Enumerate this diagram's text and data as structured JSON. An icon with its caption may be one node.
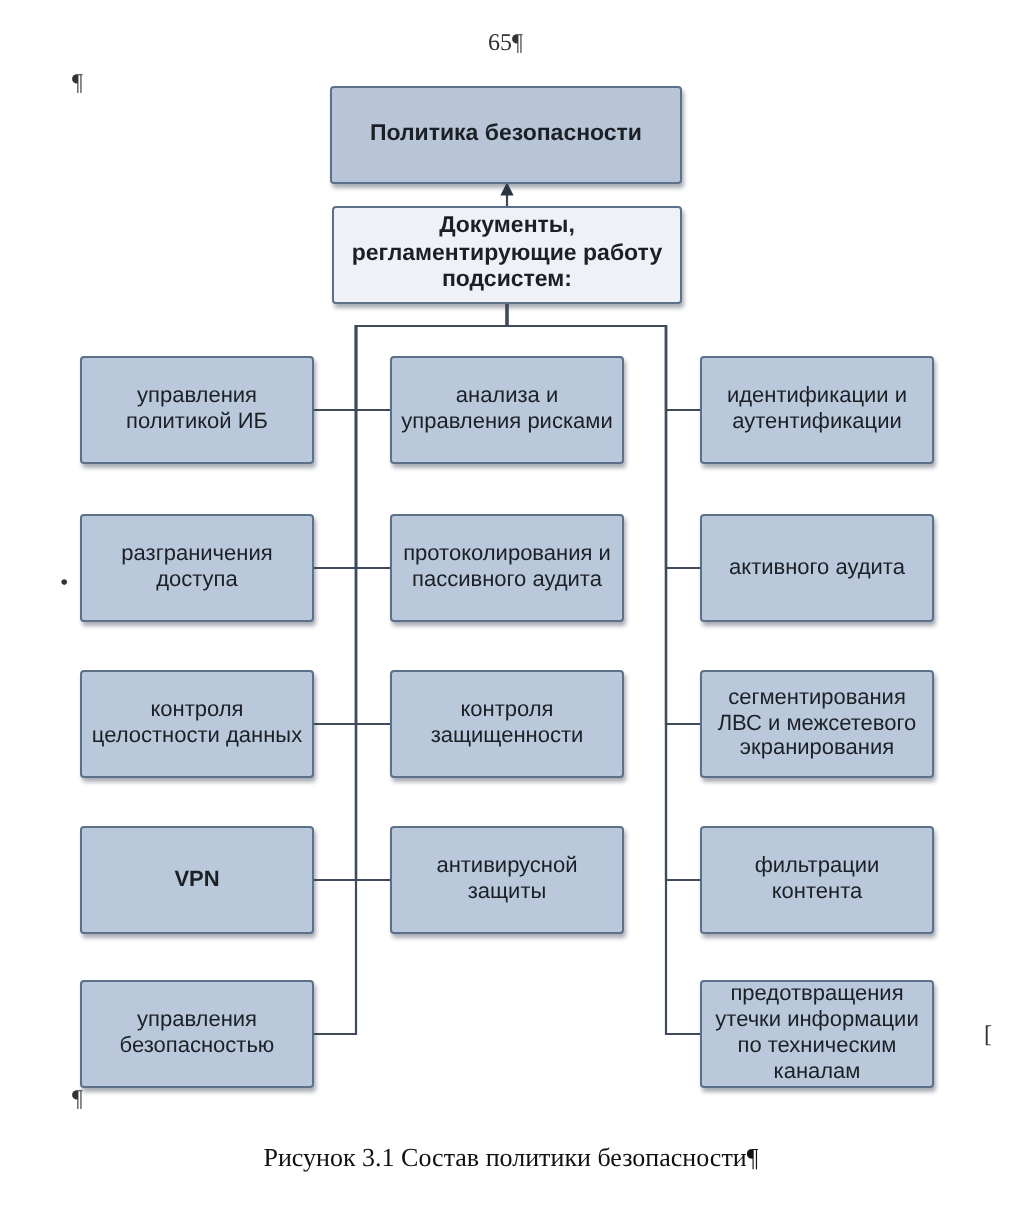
{
  "diagram": {
    "caption": "Рисунок 3.1 Состав политики безопасности¶",
    "nodes": [
      {
        "text": [
          "Политика безопасности"
        ]
      },
      {
        "text": [
          "Документы, регламентирующие работу подсистем:"
        ]
      },
      {
        "text": [
          "управления политикой ИБ"
        ]
      },
      {
        "text": [
          "анализа и управления рисками"
        ]
      },
      {
        "text": [
          "идентификации и аутентификации"
        ]
      },
      {
        "text": [
          "разграничения доступа"
        ]
      },
      {
        "text": [
          "протоколирования и пассивного аудита"
        ]
      },
      {
        "text": [
          "активного аудита"
        ]
      },
      {
        "text": [
          "контроля целостности данных"
        ]
      },
      {
        "text": [
          "контроля защищенности"
        ]
      },
      {
        "text": [
          "сегментирования ЛВС и межсетевого экранирования"
        ]
      },
      {
        "text": [
          "VPN"
        ]
      },
      {
        "text": [
          "антивирусной защиты"
        ]
      },
      {
        "text": [
          "фильтрации контента"
        ]
      },
      {
        "text": [
          "управления безопасностью"
        ]
      },
      {
        "text": [
          "предотвращения утечки информации по техническим каналам"
        ]
      }
    ],
    "edges": [
      {
        "from": 1,
        "to": 0,
        "arrow": "to"
      },
      {
        "from": 1,
        "to": 2,
        "arrow": "none"
      },
      {
        "from": 1,
        "to": 3,
        "arrow": "none"
      },
      {
        "from": 1,
        "to": 4,
        "arrow": "none"
      },
      {
        "from": 1,
        "to": 5,
        "arrow": "none"
      },
      {
        "from": 1,
        "to": 6,
        "arrow": "none"
      },
      {
        "from": 1,
        "to": 7,
        "arrow": "none"
      },
      {
        "from": 1,
        "to": 8,
        "arrow": "none"
      },
      {
        "from": 1,
        "to": 9,
        "arrow": "none"
      },
      {
        "from": 1,
        "to": 10,
        "arrow": "none"
      },
      {
        "from": 1,
        "to": 11,
        "arrow": "none"
      },
      {
        "from": 1,
        "to": 12,
        "arrow": "none"
      },
      {
        "from": 1,
        "to": 13,
        "arrow": "none"
      },
      {
        "from": 1,
        "to": 14,
        "arrow": "none"
      },
      {
        "from": 1,
        "to": 15,
        "arrow": "none"
      }
    ],
    "labels": [
      "65¶",
      "¶",
      "•",
      "[",
      "¶"
    ]
  }
}
